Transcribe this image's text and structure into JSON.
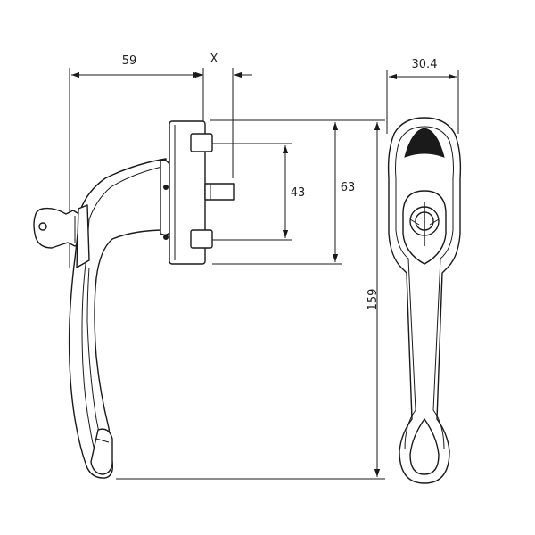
{
  "dimensions": {
    "width_to_spindle": "59",
    "spindle_offset": "X",
    "handle_width": "30.4",
    "fixing_centres": "43",
    "base_height": "63",
    "total_length": "159"
  },
  "colors": {
    "line": "#1a1a1a",
    "background": "#ffffff"
  }
}
